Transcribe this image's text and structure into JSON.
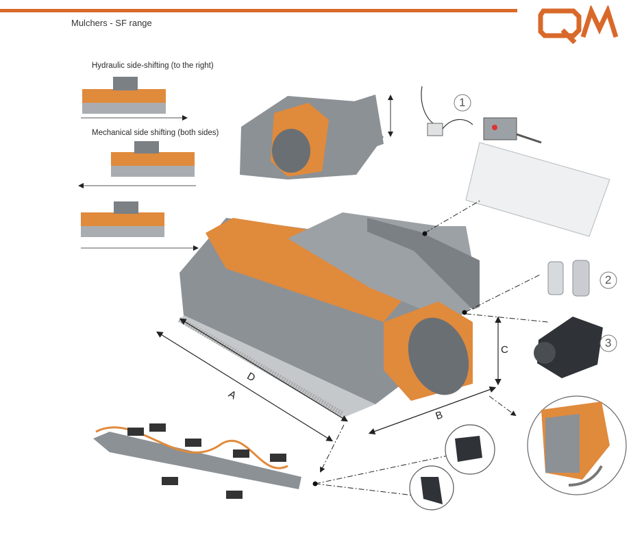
{
  "header": {
    "title": "Mulchers - SF range",
    "logo_text": "QM",
    "accent_color": "#d9692a"
  },
  "variants": {
    "hydraulic_label": "Hydraulic side-shifting (to the right)",
    "mechanical_label": "Mechanical side shifting (both sides)"
  },
  "callouts": {
    "one": "1",
    "two": "2",
    "three": "3"
  },
  "dimensions": {
    "a": "A",
    "b": "B",
    "c": "C",
    "d": "D"
  },
  "colors": {
    "orange": "#e08a3c",
    "gray": "#8c9196",
    "dark_gray": "#5f6469"
  }
}
